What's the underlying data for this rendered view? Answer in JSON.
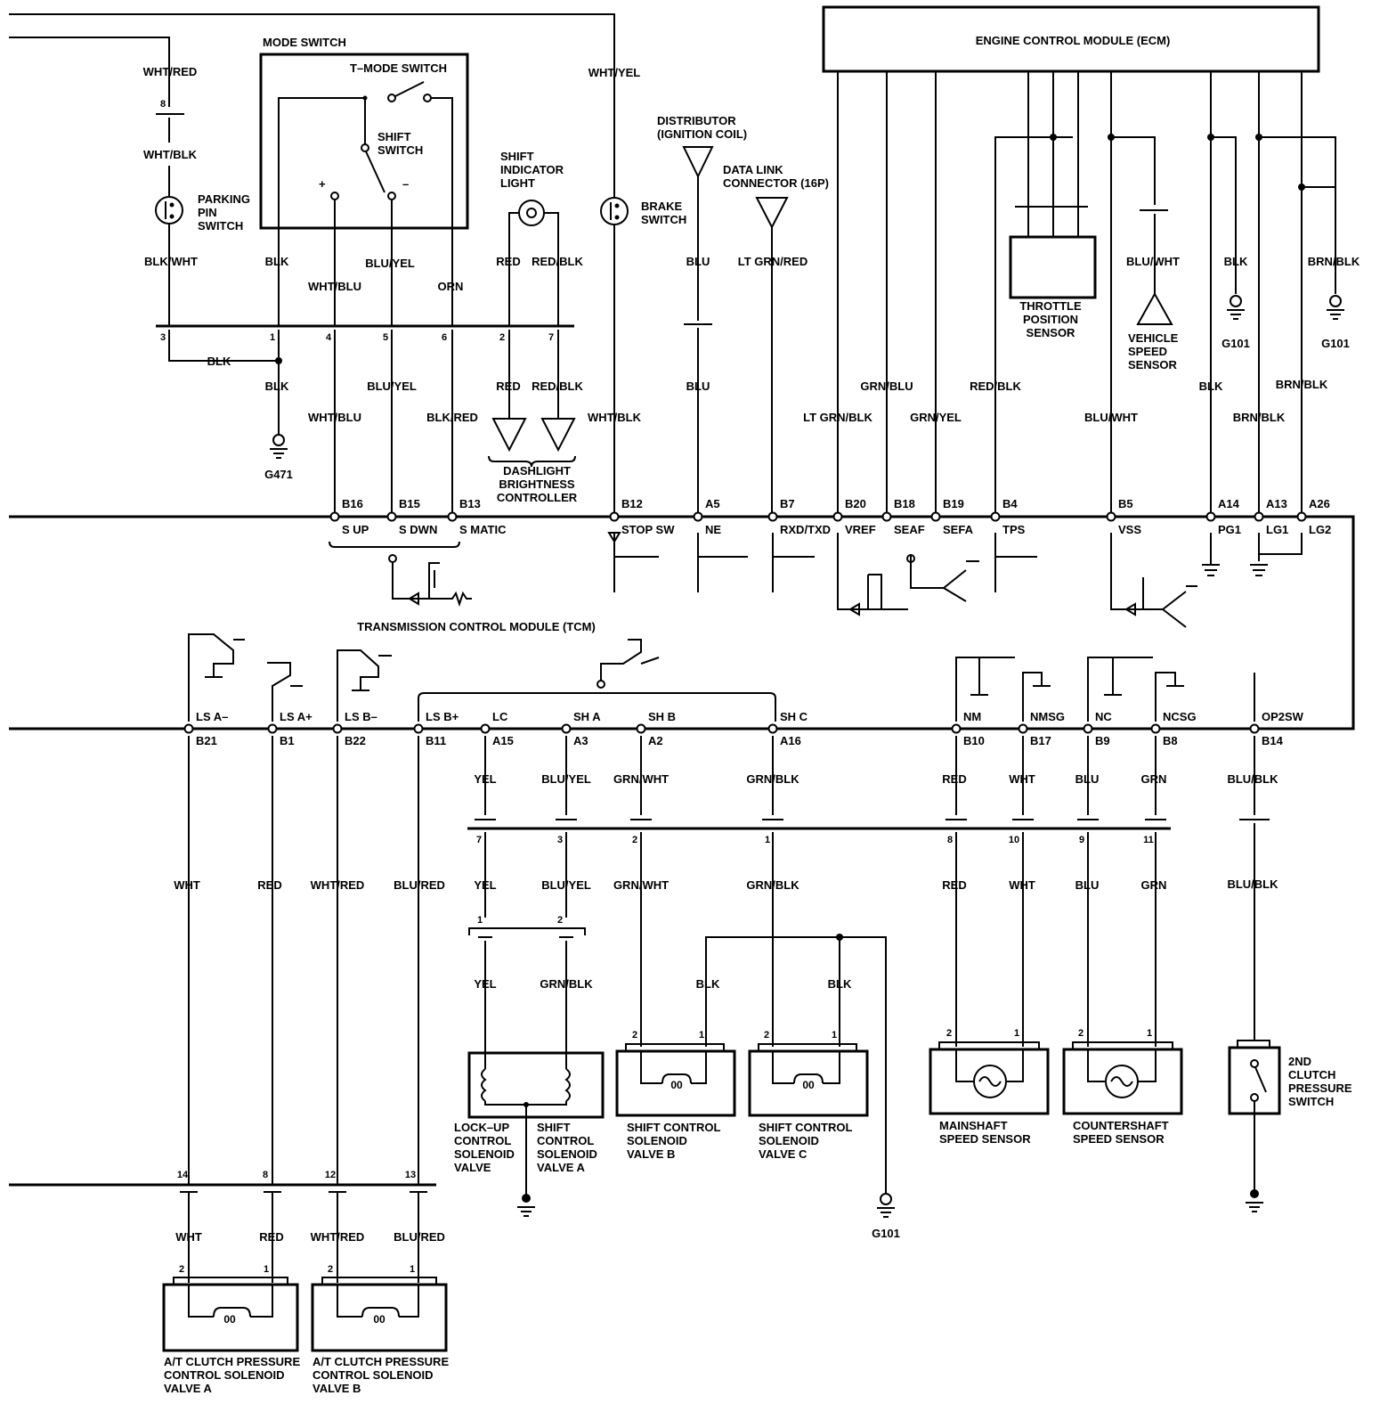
{
  "modules": {
    "ecm": "ENGINE CONTROL MODULE (ECM)",
    "tcm": "TRANSMISSION CONTROL MODULE (TCM)",
    "mode_switch": "MODE SWITCH",
    "t_mode_switch": "T–MODE SWITCH",
    "shift_switch": [
      "SHIFT",
      "SWITCH"
    ],
    "plus": "+",
    "minus": "–"
  },
  "components": {
    "parking_pin_switch": [
      "PARKING",
      "PIN",
      "SWITCH"
    ],
    "shift_indicator_light": [
      "SHIFT",
      "INDICATOR",
      "LIGHT"
    ],
    "brake_switch": [
      "BRAKE",
      "SWITCH"
    ],
    "distributor": [
      "DISTRIBUTOR",
      "(IGNITION COIL)"
    ],
    "dlc": [
      "DATA LINK",
      "CONNECTOR (16P)"
    ],
    "dashlight": [
      "DASHLIGHT",
      "BRIGHTNESS",
      "CONTROLLER"
    ],
    "tps": [
      "THROTTLE",
      "POSITION",
      "SENSOR"
    ],
    "vss": [
      "VEHICLE",
      "SPEED",
      "SENSOR"
    ],
    "lockup": [
      "LOCK–UP",
      "CONTROL",
      "SOLENOID",
      "VALVE"
    ],
    "shift_a": [
      "SHIFT",
      "CONTROL",
      "SOLENOID",
      "VALVE A"
    ],
    "shift_b": [
      "SHIFT CONTROL",
      "SOLENOID",
      "VALVE B"
    ],
    "shift_c": [
      "SHIFT CONTROL",
      "SOLENOID",
      "VALVE C"
    ],
    "mainshaft": [
      "MAINSHAFT",
      "SPEED SENSOR"
    ],
    "countershaft": [
      "COUNTERSHAFT",
      "SPEED SENSOR"
    ],
    "clutch_switch": [
      "2ND",
      "CLUTCH",
      "PRESSURE",
      "SWITCH"
    ],
    "clutch_a": [
      "A/T CLUTCH PRESSURE",
      "CONTROL SOLENOID",
      "VALVE A"
    ],
    "clutch_b": [
      "A/T CLUTCH PRESSURE",
      "CONTROL SOLENOID",
      "VALVE B"
    ]
  },
  "grounds": {
    "g471": "G471",
    "g101": "G101"
  },
  "wires": {
    "wht_red": "WHT/RED",
    "wht_blk": "WHT/BLK",
    "blk_wht": "BLK/WHT",
    "blk": "BLK",
    "wht_blu": "WHT/BLU",
    "blu_yel": "BLU/YEL",
    "orn": "ORN",
    "red": "RED",
    "red_blk": "RED/BLK",
    "wht_yel": "WHT/YEL",
    "blu": "BLU",
    "lt_grn_red": "LT GRN/RED",
    "blk_red": "BLK/RED",
    "lt_grn_blk": "LT GRN/BLK",
    "grn_blu": "GRN/BLU",
    "grn_yel": "GRN/YEL",
    "blu_wht": "BLU/WHT",
    "brn_blk": "BRN/BLK",
    "wht": "WHT",
    "wht_red2": "WHT/RED",
    "blu_red": "BLU/RED",
    "yel": "YEL",
    "grn_wht": "GRN/WHT",
    "grn_blk": "GRN/BLK",
    "grn": "GRN",
    "blu_blk": "BLU/BLK"
  },
  "connector_numbers": {
    "c8": "8",
    "c3": "3",
    "c1": "1",
    "c4": "4",
    "c5": "5",
    "c6": "6",
    "c2": "2",
    "c7": "7",
    "lower7": "7",
    "lower3": "3",
    "lower2": "2",
    "lower1": "1",
    "lower8": "8",
    "lower10": "10",
    "lower9": "9",
    "lower11": "11",
    "sol1": "1",
    "sol2": "2",
    "b14": "14",
    "b8": "8",
    "b12": "12",
    "b13": "13"
  },
  "tcm_upper_pins": [
    {
      "pin": "B16",
      "name": "S UP"
    },
    {
      "pin": "B15",
      "name": "S DWN"
    },
    {
      "pin": "B13",
      "name": "S MATIC"
    },
    {
      "pin": "B12",
      "name": "STOP SW"
    },
    {
      "pin": "A5",
      "name": "NE"
    },
    {
      "pin": "B7",
      "name": "RXD/TXD"
    },
    {
      "pin": "B20",
      "name": "VREF"
    },
    {
      "pin": "B18",
      "name": "SEAF"
    },
    {
      "pin": "B19",
      "name": "SEFA"
    },
    {
      "pin": "B4",
      "name": "TPS"
    },
    {
      "pin": "B5",
      "name": "VSS"
    },
    {
      "pin": "A14",
      "name": "PG1"
    },
    {
      "pin": "A13",
      "name": "LG1"
    },
    {
      "pin": "A26",
      "name": "LG2"
    }
  ],
  "tcm_lower_pins": [
    {
      "pin": "B21",
      "name": "LS A–"
    },
    {
      "pin": "B1",
      "name": "LS A+"
    },
    {
      "pin": "B22",
      "name": "LS B–"
    },
    {
      "pin": "B11",
      "name": "LS B+"
    },
    {
      "pin": "A15",
      "name": "LC"
    },
    {
      "pin": "A3",
      "name": "SH A"
    },
    {
      "pin": "A2",
      "name": "SH B"
    },
    {
      "pin": "A16",
      "name": "SH C"
    },
    {
      "pin": "B10",
      "name": "NM"
    },
    {
      "pin": "B17",
      "name": "NMSG"
    },
    {
      "pin": "B9",
      "name": "NC"
    },
    {
      "pin": "B8",
      "name": "NCSG"
    },
    {
      "pin": "B14",
      "name": "OP2SW"
    }
  ]
}
